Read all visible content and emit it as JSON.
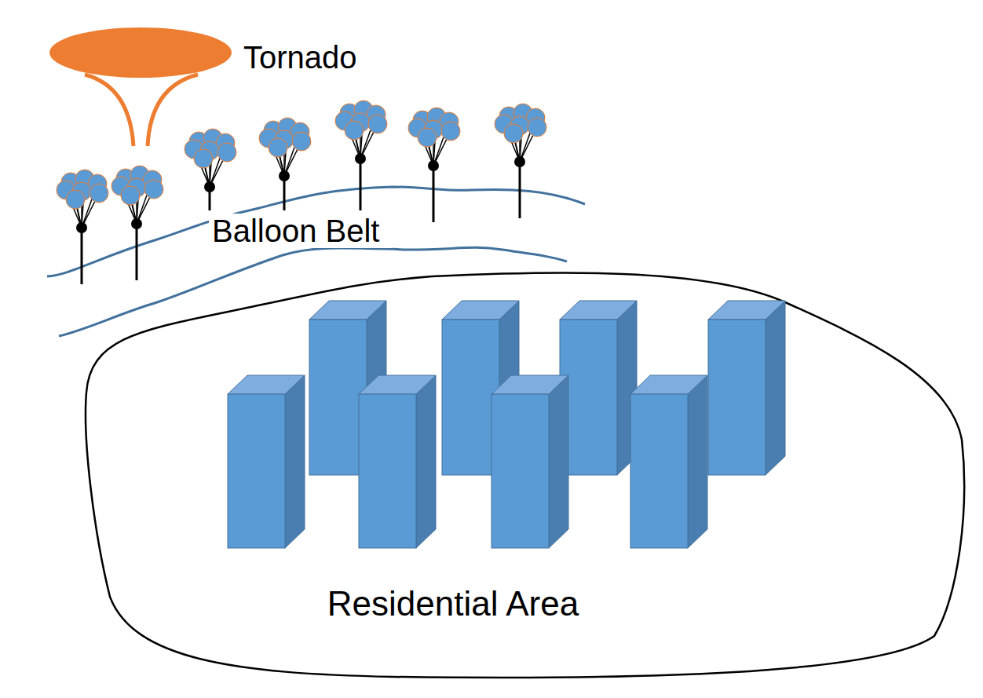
{
  "diagram": {
    "nodes": [
      {
        "text": [
          "Balloon Belt"
        ]
      },
      {
        "text": [
          "Residential Area"
        ]
      }
    ],
    "labels": [
      "Tornado"
    ]
  }
}
